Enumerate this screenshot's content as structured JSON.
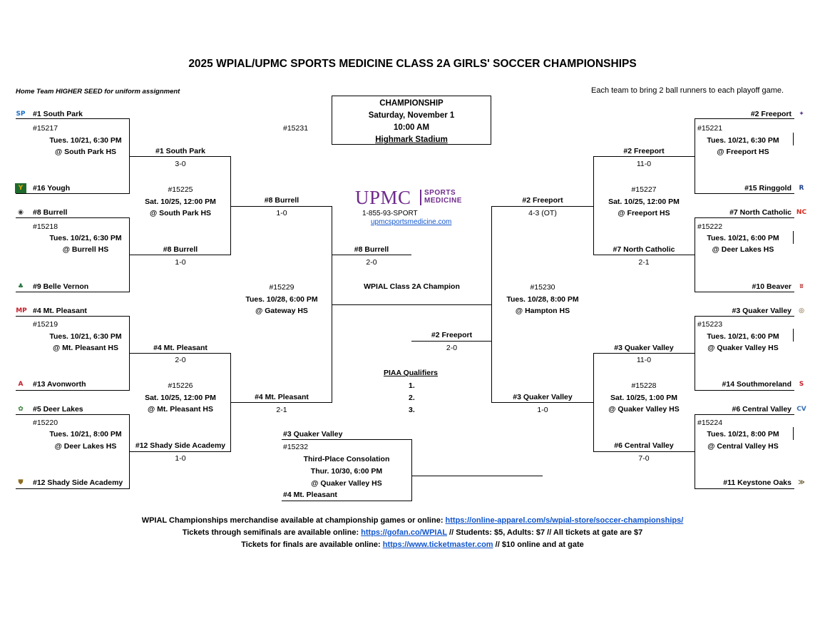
{
  "header": {
    "title": "2025 WPIAL/UPMC SPORTS MEDICINE CLASS 2A GIRLS' SOCCER CHAMPIONSHIPS",
    "left_note": "Home Team HIGHER SEED for uniform assignment",
    "right_note": "Each team to bring 2 ball runners to each playoff game."
  },
  "championship": {
    "heading": "CHAMPIONSHIP",
    "date": "Saturday, November 1",
    "time": "10:00 AM",
    "venue": "Highmark Stadium",
    "game_id": "#15231",
    "winner": "#8 Burrell",
    "score": "2-0",
    "caption": "WPIAL Class 2A Champion"
  },
  "sponsor": {
    "upmc": "UPMC",
    "sports": "SPORTS",
    "medicine": "MEDICINE",
    "phone": "1-855-93-SPORT",
    "url": "upmcsportsmedicine.com"
  },
  "left": {
    "teams": {
      "t1": "#1 South Park",
      "t16": "#16 Yough",
      "t8": "#8 Burrell",
      "t9": "#9 Belle Vernon",
      "t4": "#4 Mt. Pleasant",
      "t13": "#13 Avonworth",
      "t5": "#5 Deer Lakes",
      "t12": "#12 Shady Side Academy"
    },
    "r1": [
      {
        "id": "#15217",
        "date": "Tues. 10/21, 6:30 PM",
        "site": "@ South Park HS",
        "winner": "#1 South Park",
        "score": "3-0"
      },
      {
        "id": "#15218",
        "date": "Tues. 10/21, 6:30 PM",
        "site": "@ Burrell HS",
        "winner": "#8 Burrell",
        "score": "1-0"
      },
      {
        "id": "#15219",
        "date": "Tues. 10/21, 6:30 PM",
        "site": "@ Mt. Pleasant HS",
        "winner": "#4 Mt. Pleasant",
        "score": "2-0"
      },
      {
        "id": "#15220",
        "date": "Tues. 10/21, 8:00 PM",
        "site": "@ Deer Lakes HS",
        "winner": "#12 Shady Side Academy",
        "score": "1-0"
      }
    ],
    "qf": [
      {
        "id": "#15225",
        "date": "Sat. 10/25, 12:00 PM",
        "site": "@ South Park HS",
        "winner": "#8 Burrell",
        "score": "1-0"
      },
      {
        "id": "#15226",
        "date": "Sat. 10/25, 12:00 PM",
        "site": "@ Mt. Pleasant HS",
        "winner": "#4 Mt. Pleasant",
        "score": "2-1"
      }
    ],
    "sf": {
      "id": "#15229",
      "date": "Tues. 10/28, 6:00 PM",
      "site": "@ Gateway HS"
    }
  },
  "right": {
    "teams": {
      "t2": "#2 Freeport",
      "t15": "#15 Ringgold",
      "t7": "#7 North Catholic",
      "t10": "#10 Beaver",
      "t3": "#3 Quaker Valley",
      "t14": "#14 Southmoreland",
      "t6": "#6 Central Valley",
      "t11": "#11 Keystone Oaks"
    },
    "r1": [
      {
        "id": "#15221",
        "date": "Tues. 10/21, 6:30 PM",
        "site": "@ Freeport HS",
        "winner": "#2 Freeport",
        "score": "11-0"
      },
      {
        "id": "#15222",
        "date": "Tues. 10/21, 6:00 PM",
        "site": "@ Deer Lakes HS",
        "winner": "#7 North Catholic",
        "score": "2-1"
      },
      {
        "id": "#15223",
        "date": "Tues. 10/21, 6:00 PM",
        "site": "@ Quaker Valley HS",
        "winner": "#3 Quaker Valley",
        "score": "11-0"
      },
      {
        "id": "#15224",
        "date": "Tues. 10/21, 8:00 PM",
        "site": "@ Central Valley HS",
        "winner": "#6 Central Valley",
        "score": "7-0"
      }
    ],
    "qf": [
      {
        "id": "#15227",
        "date": "Sat. 10/25, 12:00 PM",
        "site": "@ Freeport HS",
        "winner": "#2 Freeport",
        "score": "4-3 (OT)"
      },
      {
        "id": "#15228",
        "date": "Sat. 10/25, 1:00 PM",
        "site": "@ Quaker Valley HS",
        "winner": "#3 Quaker Valley",
        "score": "1-0"
      }
    ],
    "sf": {
      "id": "#15230",
      "date": "Tues. 10/28, 8:00 PM",
      "site": "@ Hampton HS",
      "winner": "#2 Freeport",
      "score": "2-0"
    }
  },
  "piaa": {
    "heading": "PIAA Qualifiers",
    "slots": [
      "1.",
      "2.",
      "3."
    ]
  },
  "consolation": {
    "top": "#3 Quaker Valley",
    "id": "#15232",
    "title": "Third-Place Consolation",
    "date": "Thur. 10/30, 6:00 PM",
    "site": "@ Quaker Valley HS",
    "bottom": "#4 Mt. Pleasant"
  },
  "footer": {
    "line1_text": "WPIAL Championships merchandise available at championship games or online: ",
    "line1_link": "https://online-apparel.com/s/wpial-store/soccer-championships/",
    "line2_text": "Tickets through semifinals are available online: ",
    "line2_link": "https://gofan.co/WPIAL",
    "line2_tail": " // Students: $5, Adults: $7 // All tickets at gate are $7",
    "line3_text": "Tickets for finals are available online: ",
    "line3_link": "https://www.ticketmaster.com",
    "line3_tail": " // $10 online and at gate"
  },
  "colors": {
    "upmc_purple": "#6e2b8b",
    "link_blue": "#1155cc"
  }
}
